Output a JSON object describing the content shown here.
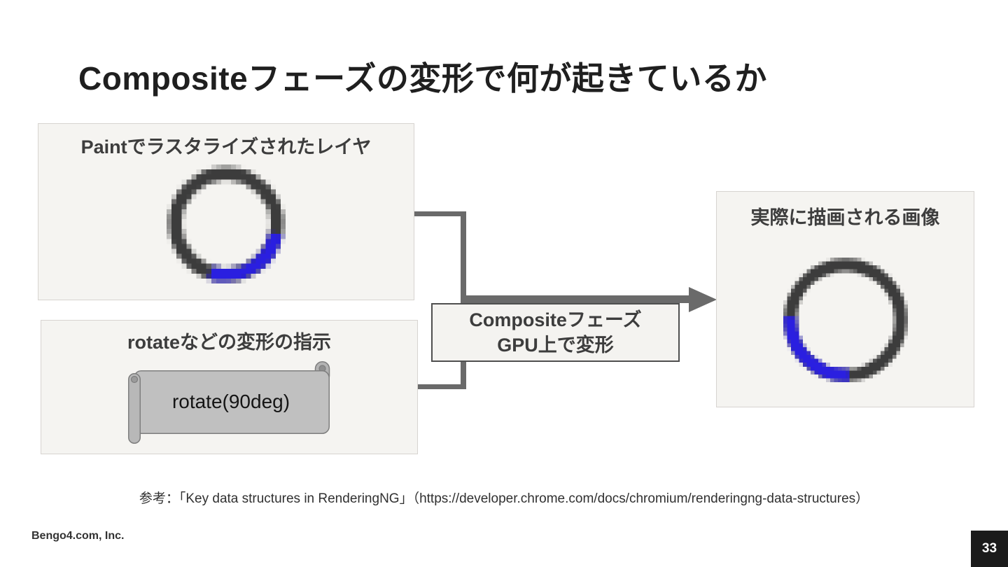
{
  "slide": {
    "title": "Compositeフェーズの変形で何が起きているか",
    "reference": "参考：「Key data structures in RenderingNG」（https://developer.chrome.com/docs/chromium/renderingng-data-structures）",
    "company": "Bengo4.com, Inc.",
    "page_number": "33"
  },
  "diagram": {
    "paint_box": {
      "title": "Paintでラスタライズされたレイヤ"
    },
    "rotate_box": {
      "title": "rotateなどの変形の指示",
      "scroll_text": "rotate(90deg)"
    },
    "composite_box": {
      "line1": "Compositeフェーズ",
      "line2": "GPU上で変形"
    },
    "result_box": {
      "title": "実際に描画される画像"
    }
  },
  "colors": {
    "ring_dark": "#3c3c3c",
    "arc_blue": "#2a1fe0",
    "connector_gray": "#6a6a6a",
    "panel_fill": "#f5f4f1",
    "panel_border": "#d7d4d0",
    "composite_border": "#4f4f4f",
    "scroll_fill": "#c0c0c0",
    "scroll_border": "#7e7e7e",
    "page_badge_bg": "#1b1b1b"
  }
}
